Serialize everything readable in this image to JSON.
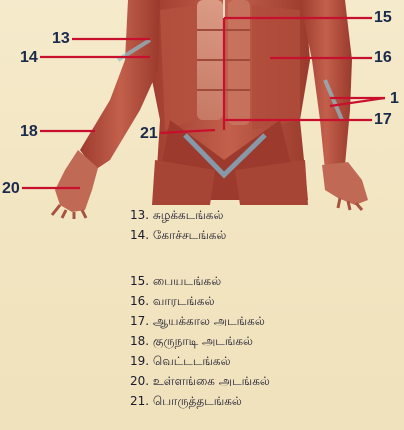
{
  "diagram": {
    "callouts": [
      {
        "id": "13",
        "text": "13"
      },
      {
        "id": "14",
        "text": "14"
      },
      {
        "id": "15",
        "text": "15"
      },
      {
        "id": "16",
        "text": "16"
      },
      {
        "id": "17",
        "text": "17"
      },
      {
        "id": "18",
        "text": "18"
      },
      {
        "id": "20",
        "text": "20"
      },
      {
        "id": "21",
        "text": "21"
      },
      {
        "id": "1",
        "text": "1"
      }
    ],
    "legend": [
      "13. சுழக்கடங்கல்",
      "14. கோச்சடங்கல்",
      "15. பையடங்கல்",
      "16. வாரடங்கல்",
      "17. ஆயக்கால அடங்கல்",
      "18. குருநாடி அடங்கல்",
      "19. வெட்டடங்கல்",
      "20. உள்ளங்கை அடங்கல்",
      "21. பொருத்தடங்கல்"
    ]
  }
}
